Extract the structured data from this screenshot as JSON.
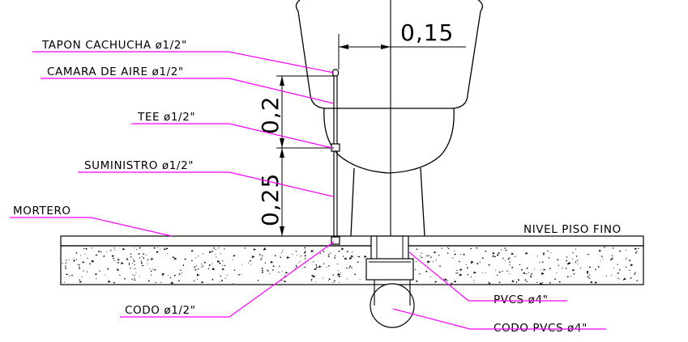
{
  "labels": {
    "tapon": "TAPON CACHUCHA ø1/2\"",
    "camara": "CAMARA DE AIRE ø1/2\"",
    "tee": "TEE ø1/2\"",
    "suministro": "SUMINISTRO ø1/2\"",
    "mortero": "MORTERO",
    "nivel": "NIVEL PISO FINO",
    "pvcs": "PVCS ø4\"",
    "codo": "CODO ø1/2\"",
    "codo_pvcs": "CODO PVCS ø4\""
  },
  "dimensions": {
    "horizontal": "0,15",
    "upper": "0,2",
    "lower": "0,25"
  },
  "colors": {
    "leader": "#ff00ff",
    "line": "#000000",
    "background": "#ffffff"
  }
}
